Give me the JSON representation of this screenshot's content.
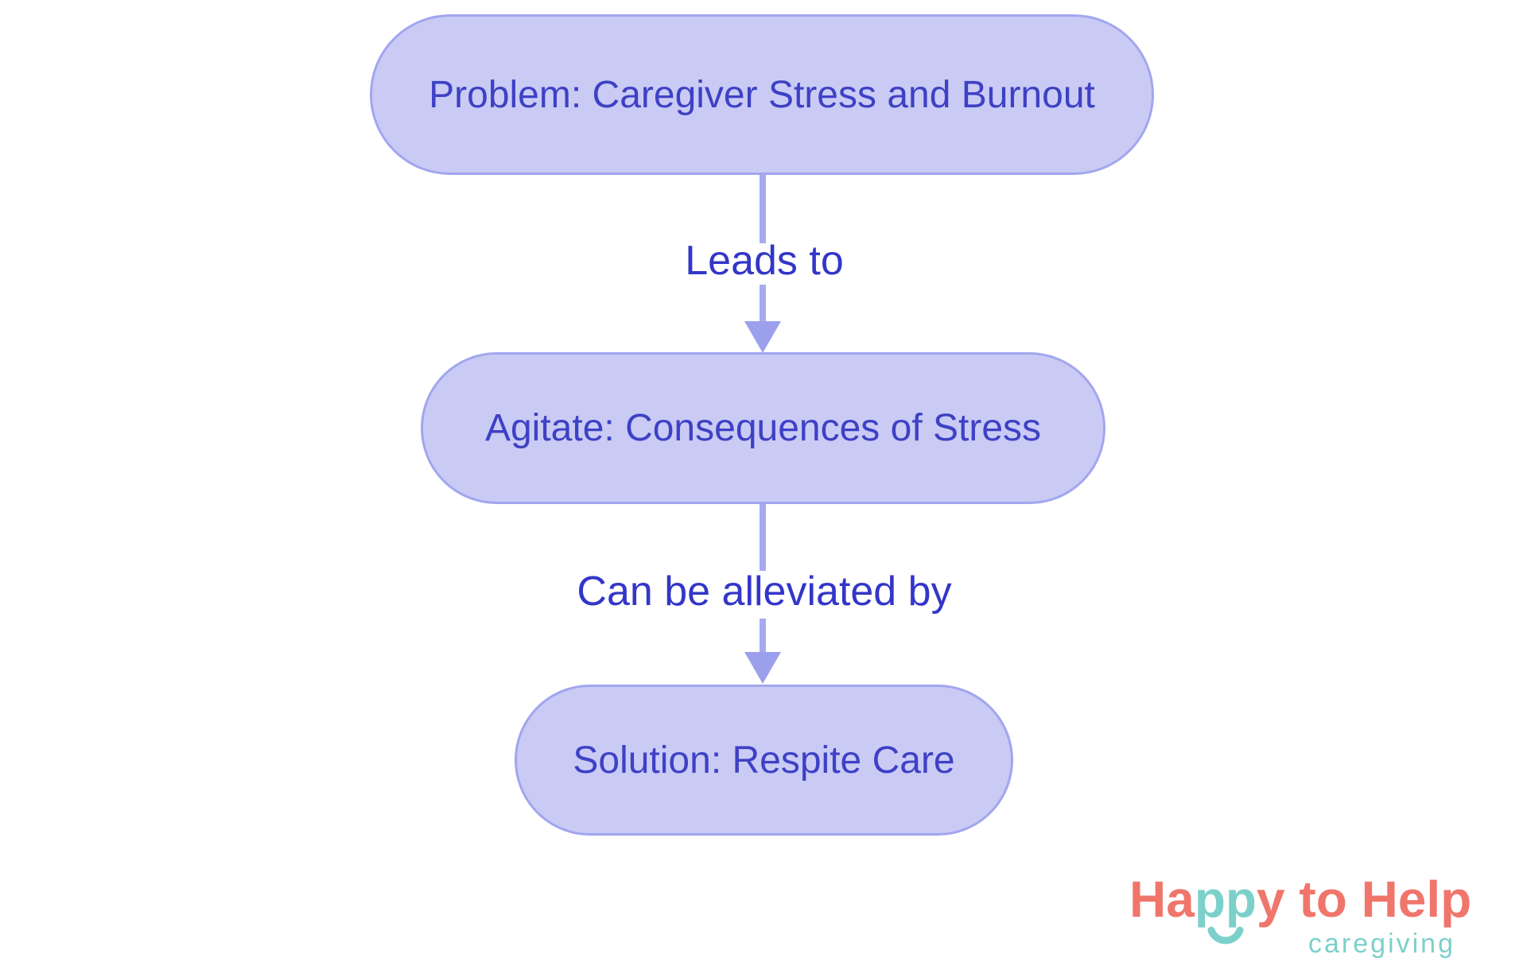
{
  "page": {
    "background": "#ffffff"
  },
  "diagram": {
    "type": "flowchart",
    "direction": "top-down",
    "nodes": [
      {
        "id": "problem",
        "label": "Problem: Caregiver Stress and Burnout"
      },
      {
        "id": "agitate",
        "label": "Agitate: Consequences of Stress"
      },
      {
        "id": "solution",
        "label": "Solution: Respite Care"
      }
    ],
    "edges": [
      {
        "from": "problem",
        "to": "agitate",
        "label": "Leads to"
      },
      {
        "from": "agitate",
        "to": "solution",
        "label": "Can be alleviated by"
      }
    ],
    "colors": {
      "node_fill": "#c9cbf5",
      "node_border": "#a2a6ee",
      "node_text": "#3e41c4",
      "edge_line": "#a7aaf0",
      "arrowhead": "#9ca0ec",
      "edge_label_text": "#3336c8"
    }
  },
  "logo": {
    "word_part1": "Ha",
    "word_part2": "pp",
    "word_part3": "y to Help",
    "tagline": "caregiving",
    "icon": "smile-arc",
    "colors": {
      "coral": "#f0766b",
      "teal": "#7cd0ca"
    }
  }
}
